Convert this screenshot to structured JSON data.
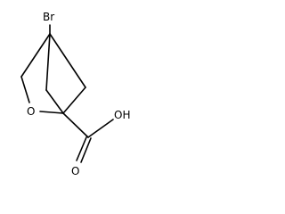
{
  "molecule": {
    "atoms": {
      "bromine": "Br",
      "ring_oxygen": "O",
      "hydroxyl": "OH",
      "carbonyl_oxygen": "O"
    }
  }
}
